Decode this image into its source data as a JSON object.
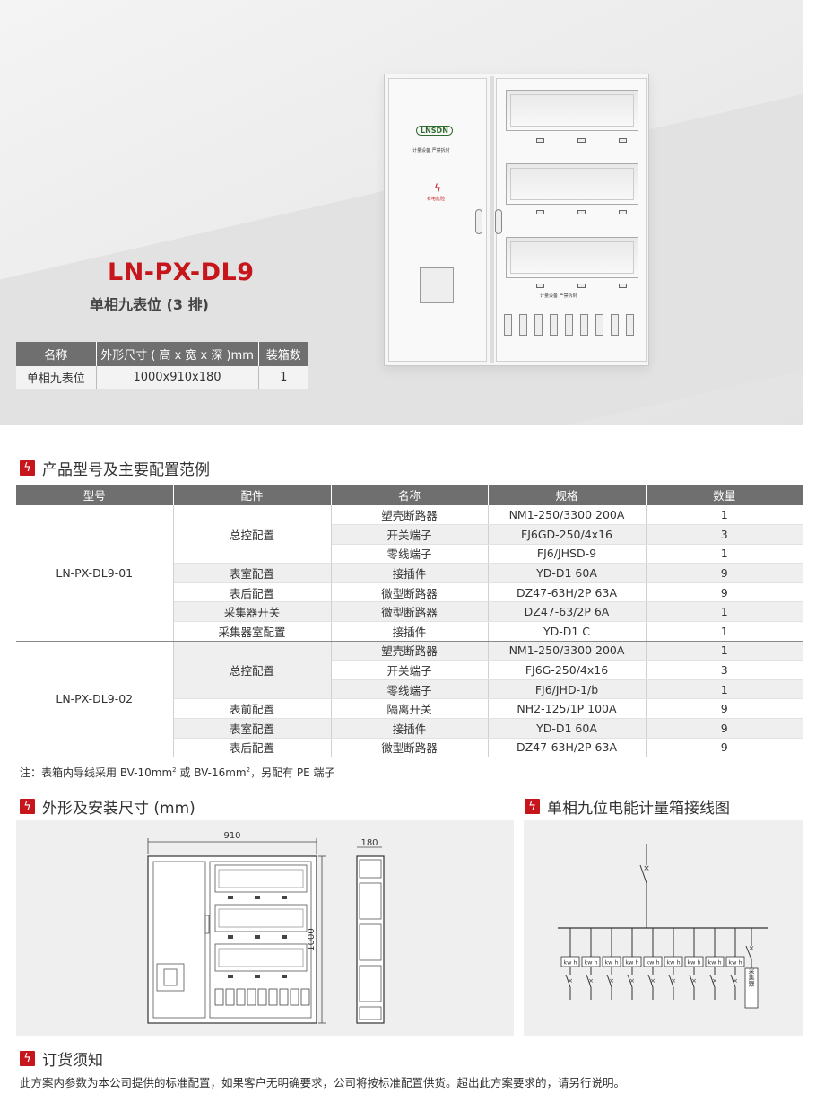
{
  "hero": {
    "product_code": "LN-PX-DL9",
    "product_name": "单相九表位 (3 排)",
    "spec_headers": [
      "名称",
      "外形尺寸 ( 高 x 宽 x 深 )mm",
      "装箱数"
    ],
    "spec_row": [
      "单相九表位",
      "1000x910x180",
      "1"
    ],
    "cabinet_logo": "LNSDN",
    "cabinet_text_1": "计量设备 严禁拆封",
    "cabinet_text_2": "有电危险",
    "cabinet_text_3": "计量设备 严禁拆封"
  },
  "sections": {
    "config_title": "产品型号及主要配置范例",
    "dims_title": "外形及安装尺寸 (mm)",
    "wiring_title": "单相九位电能计量箱接线图",
    "order_title": "订货须知"
  },
  "config_table": {
    "headers": [
      "型号",
      "配件",
      "名称",
      "规格",
      "数量"
    ],
    "groups": [
      {
        "model": "LN-PX-DL9-01",
        "parts": [
          {
            "part": "总控配置",
            "items": [
              [
                "塑壳断路器",
                "NM1-250/3300 200A",
                "1"
              ],
              [
                "开关端子",
                "FJ6GD-250/4x16",
                "3"
              ],
              [
                "零线端子",
                "FJ6/JHSD-9",
                "1"
              ]
            ]
          },
          {
            "part": "表室配置",
            "items": [
              [
                "接插件",
                "YD-D1 60A",
                "9"
              ]
            ]
          },
          {
            "part": "表后配置",
            "items": [
              [
                "微型断路器",
                "DZ47-63H/2P 63A",
                "9"
              ]
            ]
          },
          {
            "part": "采集器开关",
            "items": [
              [
                "微型断路器",
                "DZ47-63/2P 6A",
                "1"
              ]
            ]
          },
          {
            "part": "采集器室配置",
            "items": [
              [
                "接插件",
                "YD-D1 C",
                "1"
              ]
            ]
          }
        ]
      },
      {
        "model": "LN-PX-DL9-02",
        "parts": [
          {
            "part": "总控配置",
            "items": [
              [
                "塑壳断路器",
                "NM1-250/3300 200A",
                "1"
              ],
              [
                "开关端子",
                "FJ6G-250/4x16",
                "3"
              ],
              [
                "零线端子",
                "FJ6/JHD-1/b",
                "1"
              ]
            ]
          },
          {
            "part": "表前配置",
            "items": [
              [
                "隔离开关",
                "NH2-125/1P 100A",
                "9"
              ]
            ]
          },
          {
            "part": "表室配置",
            "items": [
              [
                "接插件",
                "YD-D1 60A",
                "9"
              ]
            ]
          },
          {
            "part": "表后配置",
            "items": [
              [
                "微型断路器",
                "DZ47-63H/2P 63A",
                "9"
              ]
            ]
          }
        ]
      }
    ]
  },
  "note": {
    "prefix": "注：表箱内导线采用 BV-10mm",
    "sup1": "2",
    "mid": " 或 BV-16mm",
    "sup2": "2",
    "suffix": "，另配有 PE 端子"
  },
  "dims": {
    "width_label": "910",
    "depth_label": "180",
    "height_label": "1000"
  },
  "wiring": {
    "meter_label": "kw h",
    "meter_count": 9,
    "collector_label": "采集器"
  },
  "order_text": "此方案内参数为本公司提供的标准配置，如果客户无明确要求，公司将按标准配置供货。超出此方案要求的，请另行说明。"
}
